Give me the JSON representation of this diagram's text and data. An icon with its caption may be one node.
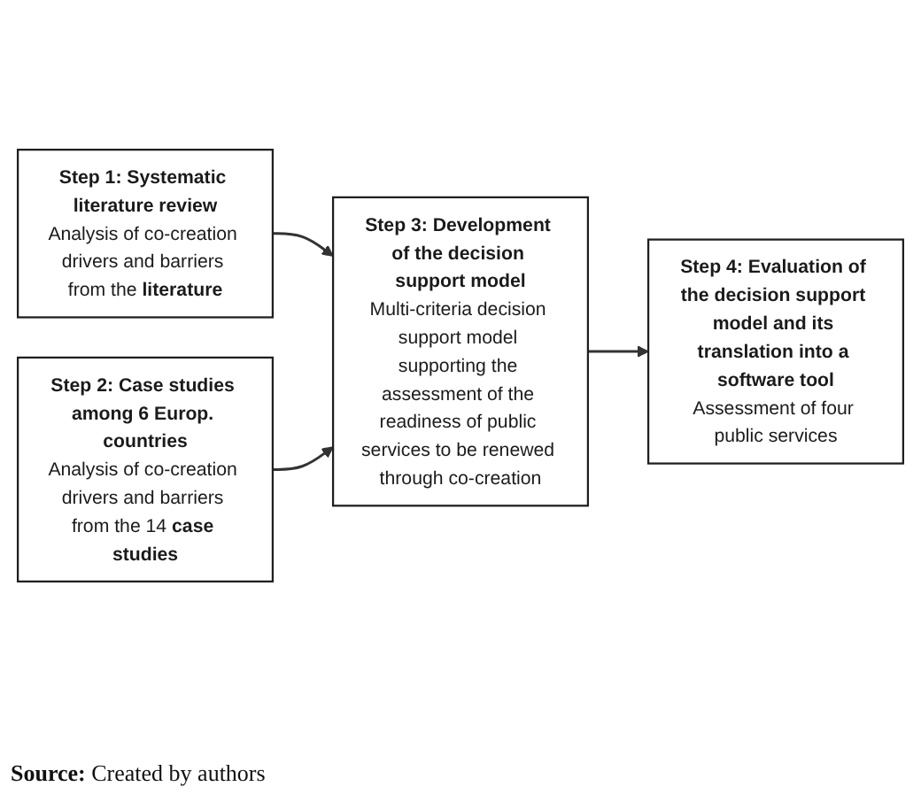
{
  "diagram": {
    "caption": "**Source:** Created by authors",
    "nodes": [
      {
        "text": [
          "Step 1: Systematic literature review",
          "Analysis of co-creation drivers and barriers from the **literature**"
        ]
      },
      {
        "text": [
          "Step 2: Case studies among 6 Europ. countries",
          "Analysis of co-creation drivers and barriers from the 14 **case studies**"
        ]
      },
      {
        "text": [
          "Step 3: Development of the decision support model",
          "Multi-criteria decision support model supporting the assessment of the readiness of public services to be renewed through co-creation"
        ]
      },
      {
        "text": [
          "Step 4: Evaluation of the decision support model and its translation into a software tool",
          "Assessment of four public services"
        ]
      }
    ],
    "edges": [
      {
        "from": 0,
        "to": 2,
        "arrow": "to"
      },
      {
        "from": 1,
        "to": 2,
        "arrow": "to"
      },
      {
        "from": 2,
        "to": 3,
        "arrow": "to"
      }
    ]
  }
}
